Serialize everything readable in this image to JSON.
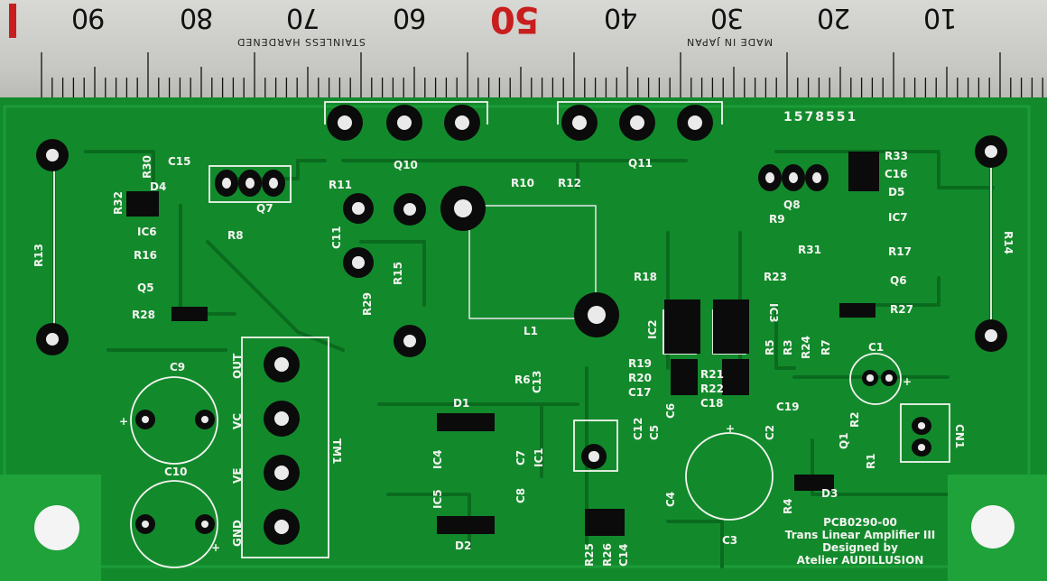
{
  "ruler": {
    "numbers": [
      "90",
      "80",
      "70",
      "60",
      "50",
      "40",
      "30",
      "20",
      "10"
    ],
    "text_left": "STAINLESS HARDENED",
    "text_right": "MADE IN JAPAN"
  },
  "board": {
    "serial": "1578551",
    "title_lines": [
      "PCB0290-00",
      "Trans Linear Amplifier III",
      "Designed by",
      "Atelier AUDILLUSION"
    ],
    "refs": {
      "r13": "R13",
      "r14": "R14",
      "r30": "R30",
      "c15": "C15",
      "d4": "D4",
      "r32": "R32",
      "ic6": "IC6",
      "r16": "R16",
      "q5": "Q5",
      "r28": "R28",
      "q7": "Q7",
      "r8": "R8",
      "r11": "R11",
      "q10": "Q10",
      "r10": "R10",
      "r12": "R12",
      "q11": "Q11",
      "r33": "R33",
      "c16": "C16",
      "d5": "D5",
      "q8": "Q8",
      "r9": "R9",
      "ic7": "IC7",
      "r31": "R31",
      "r17": "R17",
      "q6": "Q6",
      "r27": "R27",
      "c11": "C11",
      "r15": "R15",
      "r29": "R29",
      "l1": "L1",
      "r18": "R18",
      "r23": "R23",
      "ic2": "IC2",
      "ic3": "IC3",
      "r5": "R5",
      "r3": "R3",
      "r24": "R24",
      "r7": "R7",
      "c1": "C1",
      "r19": "R19",
      "r20": "R20",
      "c17": "C17",
      "r21": "R21",
      "r22": "R22",
      "c18": "C18",
      "c19": "C19",
      "r2": "R2",
      "cn1": "CN1",
      "q1": "Q1",
      "r1": "R1",
      "c2": "C2",
      "d3": "D3",
      "r4": "R4",
      "c3": "C3",
      "c9": "C9",
      "c10": "C10",
      "tm1": "TM1",
      "out": "OUT",
      "vc": "VC",
      "ve": "VE",
      "gnd": "GND",
      "d1": "D1",
      "r6": "R6",
      "c13": "C13",
      "ic4": "IC4",
      "c7": "C7",
      "ic5": "IC5",
      "c8": "C8",
      "d2": "D2",
      "ic1": "IC1",
      "c12": "C12",
      "c5": "C5",
      "c6": "C6",
      "c4": "C4",
      "r25": "R25",
      "r26": "R26",
      "c14": "C14",
      "plus": "+"
    }
  }
}
